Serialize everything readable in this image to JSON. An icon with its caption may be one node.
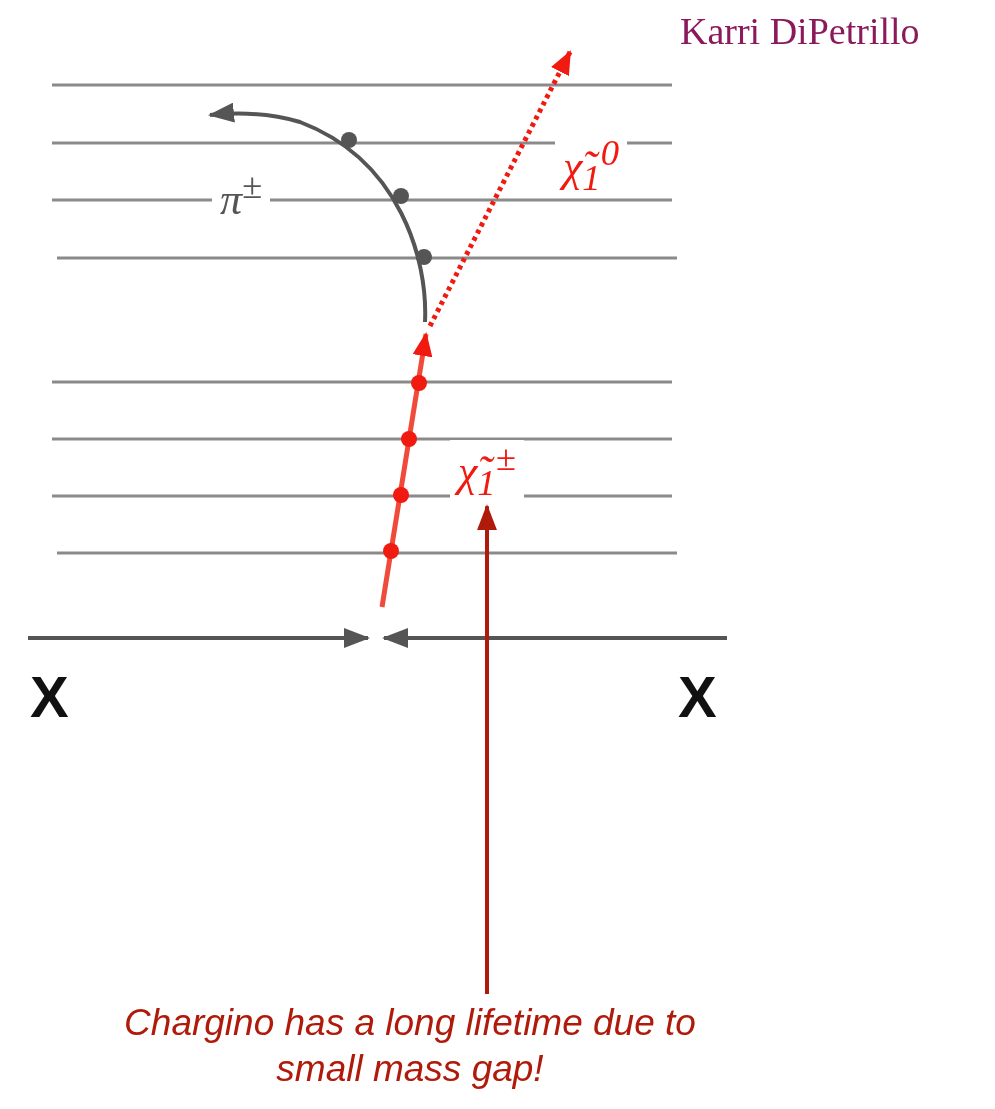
{
  "diagram": {
    "nodes": [
      {
        "text": [
          "π$^{±}$"
        ]
      },
      {
        "text": [
          "χ̃$_{1}$$^{0}$"
        ]
      },
      {
        "text": [
          "χ̃$_{1}$$^{±}$"
        ]
      },
      {
        "text": [
          "Chargino has a long lifetime due to small mass gap!"
        ]
      }
    ],
    "edges": [
      {
        "from": 3,
        "to": 2,
        "arrow": "to"
      }
    ],
    "labels": [
      "Karri DiPetrillo",
      "X",
      "X"
    ]
  }
}
